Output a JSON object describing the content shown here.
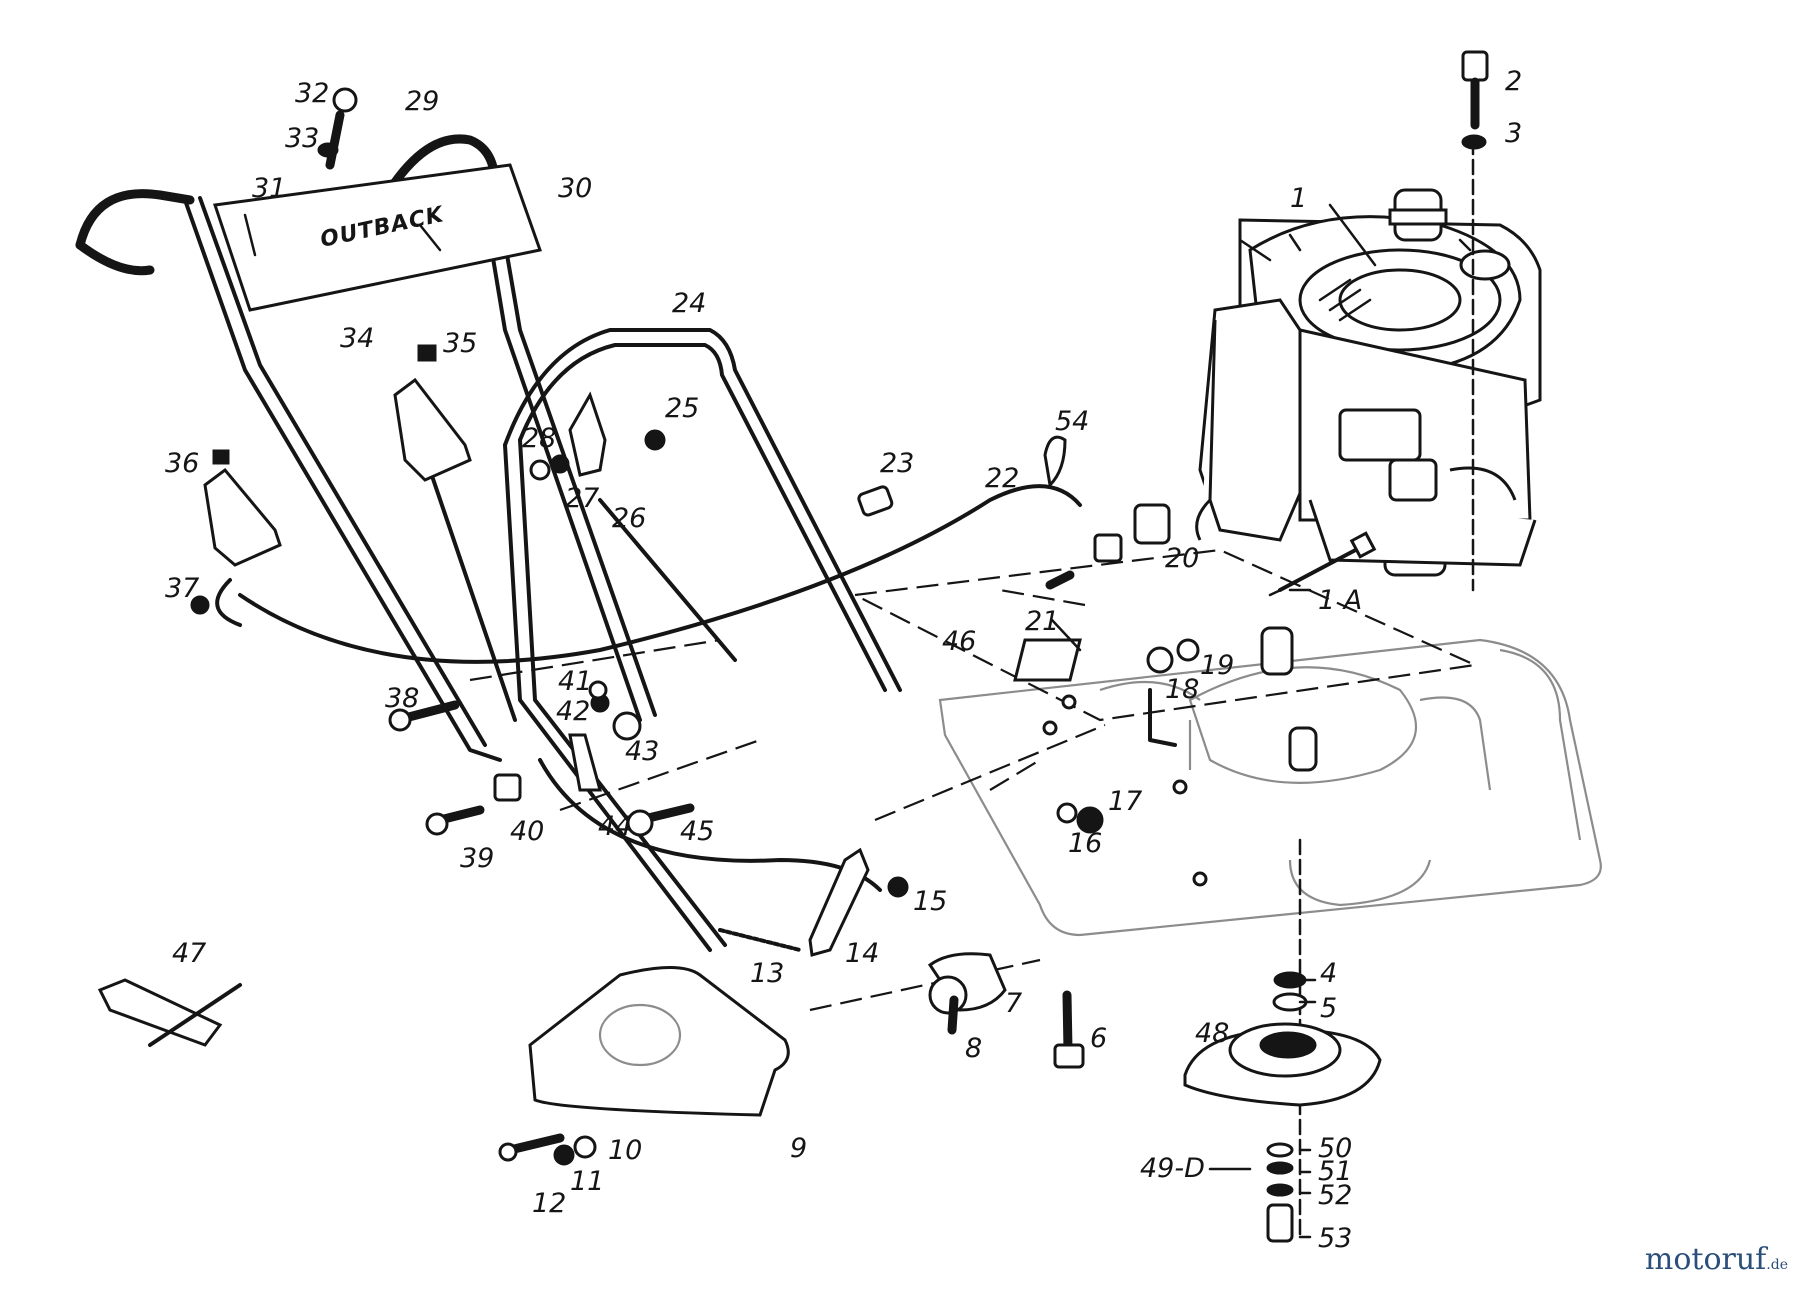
{
  "callouts": [
    {
      "text": "1"
    },
    {
      "text": "1 A"
    },
    {
      "text": "2"
    },
    {
      "text": "3"
    },
    {
      "text": "4"
    },
    {
      "text": "5"
    },
    {
      "text": "6"
    },
    {
      "text": "7"
    },
    {
      "text": "8"
    },
    {
      "text": "9"
    },
    {
      "text": "10"
    },
    {
      "text": "11"
    },
    {
      "text": "12"
    },
    {
      "text": "13"
    },
    {
      "text": "14"
    },
    {
      "text": "15"
    },
    {
      "text": "16"
    },
    {
      "text": "17"
    },
    {
      "text": "18"
    },
    {
      "text": "19"
    },
    {
      "text": "20"
    },
    {
      "text": "21"
    },
    {
      "text": "22"
    },
    {
      "text": "23"
    },
    {
      "text": "24"
    },
    {
      "text": "25"
    },
    {
      "text": "26"
    },
    {
      "text": "27"
    },
    {
      "text": "28"
    },
    {
      "text": "29"
    },
    {
      "text": "30"
    },
    {
      "text": "31"
    },
    {
      "text": "32"
    },
    {
      "text": "33"
    },
    {
      "text": "34"
    },
    {
      "text": "35"
    },
    {
      "text": "36"
    },
    {
      "text": "37"
    },
    {
      "text": "38"
    },
    {
      "text": "39"
    },
    {
      "text": "40"
    },
    {
      "text": "41"
    },
    {
      "text": "42"
    },
    {
      "text": "43"
    },
    {
      "text": "44"
    },
    {
      "text": "45"
    },
    {
      "text": "46"
    },
    {
      "text": "47"
    },
    {
      "text": "48"
    },
    {
      "text": "49-D"
    },
    {
      "text": "50"
    },
    {
      "text": "51"
    },
    {
      "text": "52"
    },
    {
      "text": "53"
    },
    {
      "text": "54"
    }
  ],
  "brand_plate": "OUTBACK",
  "watermark": {
    "name": "motoruf",
    "tld": ".de"
  }
}
